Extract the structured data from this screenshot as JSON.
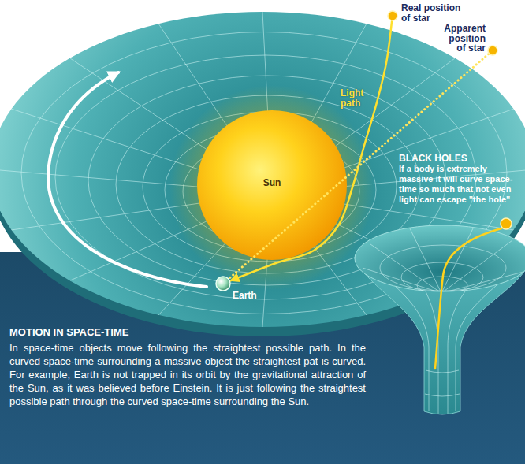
{
  "diagram": {
    "nodes": [
      {
        "text": [
          "Real position of star"
        ]
      },
      {
        "text": [
          "Apparent position of star"
        ]
      },
      {
        "text": [
          "Sun"
        ]
      },
      {
        "text": [
          "Earth"
        ]
      },
      {
        "text": [
          "MOTION IN SPACE-TIME",
          "In space-time objects move following the straightest possible path. In the curved space-time surrounding a massive object the straightest pat is curved. For example, Earth is not trapped in its orbit by the gravitational attraction of the Sun, as it was believed before Einstein. It is just following the straightest possible path through the curved space-time surrounding the Sun."
        ]
      }
    ],
    "edges": [
      {
        "from": 0,
        "to": 3,
        "arrow": "to",
        "label": "Light path"
      },
      {
        "from": 1,
        "to": 3,
        "arrow": "none"
      }
    ],
    "labels": [
      "BLACK HOLES",
      "If a body is extremely massive it will curve space-time so much that not even light can escape \"the hole\""
    ]
  }
}
